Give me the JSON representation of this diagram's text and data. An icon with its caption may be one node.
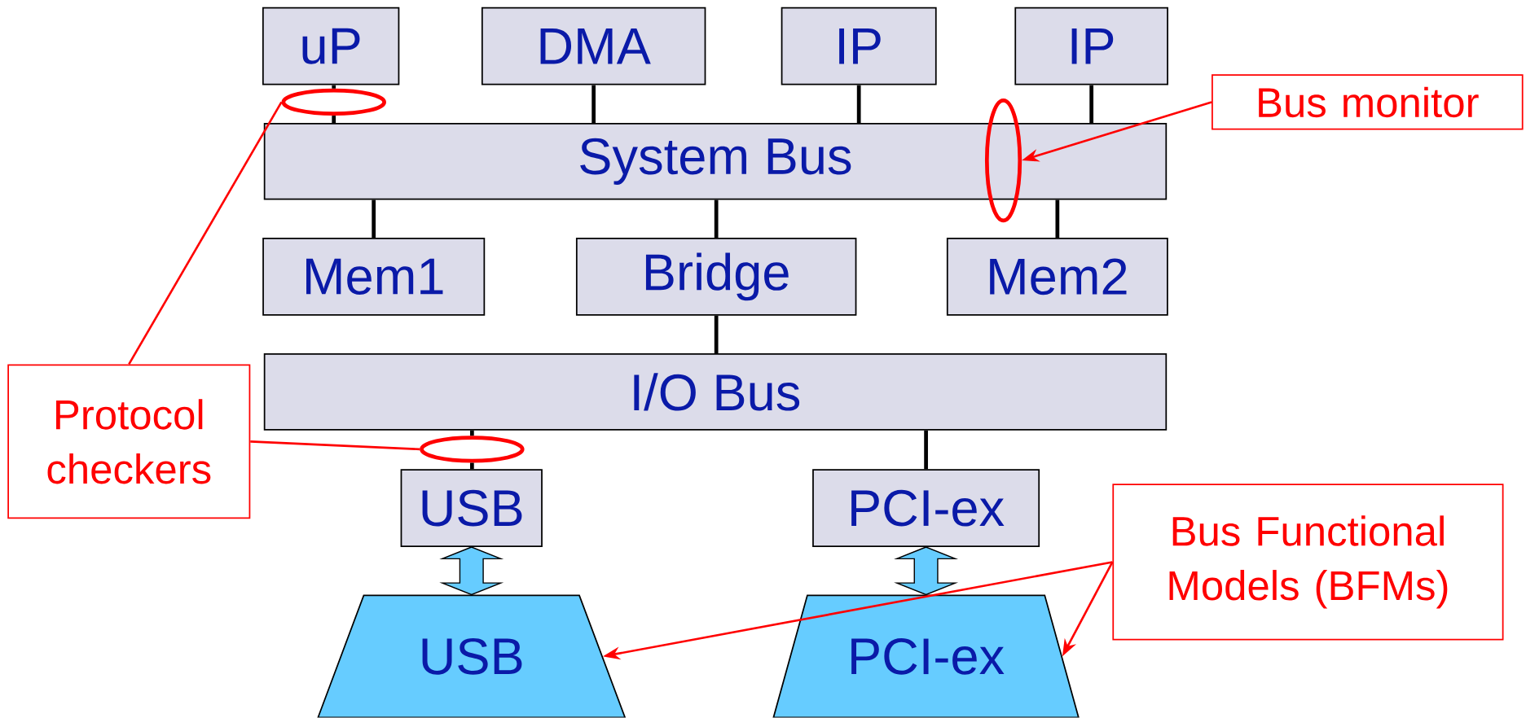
{
  "diagram": {
    "nodes": [
      {
        "text": [
          "uP"
        ]
      },
      {
        "text": [
          "DMA"
        ]
      },
      {
        "text": [
          "IP"
        ]
      },
      {
        "text": [
          "IP"
        ]
      },
      {
        "text": [
          "System Bus"
        ]
      },
      {
        "text": [
          "Mem1"
        ]
      },
      {
        "text": [
          "Bridge"
        ]
      },
      {
        "text": [
          "Mem2"
        ]
      },
      {
        "text": [
          "I/O Bus"
        ]
      },
      {
        "text": [
          "USB"
        ]
      },
      {
        "text": [
          "PCI-ex"
        ]
      },
      {
        "text": [
          "USB"
        ]
      },
      {
        "text": [
          "PCI-ex"
        ]
      },
      {
        "text": [
          "Bus monitor"
        ]
      },
      {
        "text": [
          "Protocol checkers"
        ]
      },
      {
        "text": [
          "Bus Functional Models (BFMs)"
        ]
      },
      {
        "text": [],
        "shape": "circle"
      },
      {
        "text": [],
        "shape": "circle"
      },
      {
        "text": [],
        "shape": "circle"
      }
    ],
    "edges": [
      {
        "from": 0,
        "to": 16,
        "arrow": "none"
      },
      {
        "from": 16,
        "to": 4,
        "arrow": "none"
      },
      {
        "from": 1,
        "to": 4,
        "arrow": "none"
      },
      {
        "from": 2,
        "to": 4,
        "arrow": "none"
      },
      {
        "from": 3,
        "to": 4,
        "arrow": "none"
      },
      {
        "from": 4,
        "to": 5,
        "arrow": "none"
      },
      {
        "from": 4,
        "to": 6,
        "arrow": "none"
      },
      {
        "from": 4,
        "to": 7,
        "arrow": "none"
      },
      {
        "from": 6,
        "to": 8,
        "arrow": "none"
      },
      {
        "from": 8,
        "to": 18,
        "arrow": "none"
      },
      {
        "from": 18,
        "to": 9,
        "arrow": "none"
      },
      {
        "from": 8,
        "to": 10,
        "arrow": "none"
      },
      {
        "from": 9,
        "to": 11,
        "arrow": "both",
        "style": "thick",
        "color": "#66ccff"
      },
      {
        "from": 10,
        "to": 12,
        "arrow": "both",
        "style": "thick",
        "color": "#66ccff"
      },
      {
        "from": 13,
        "to": 17,
        "arrow": "to",
        "color": "#ff0000"
      },
      {
        "from": 14,
        "to": 16,
        "arrow": "none",
        "color": "#ff0000"
      },
      {
        "from": 14,
        "to": 18,
        "arrow": "none",
        "color": "#ff0000"
      },
      {
        "from": 15,
        "to": 11,
        "arrow": "to",
        "color": "#ff0000"
      },
      {
        "from": 15,
        "to": 12,
        "arrow": "to",
        "color": "#ff0000"
      }
    ]
  }
}
